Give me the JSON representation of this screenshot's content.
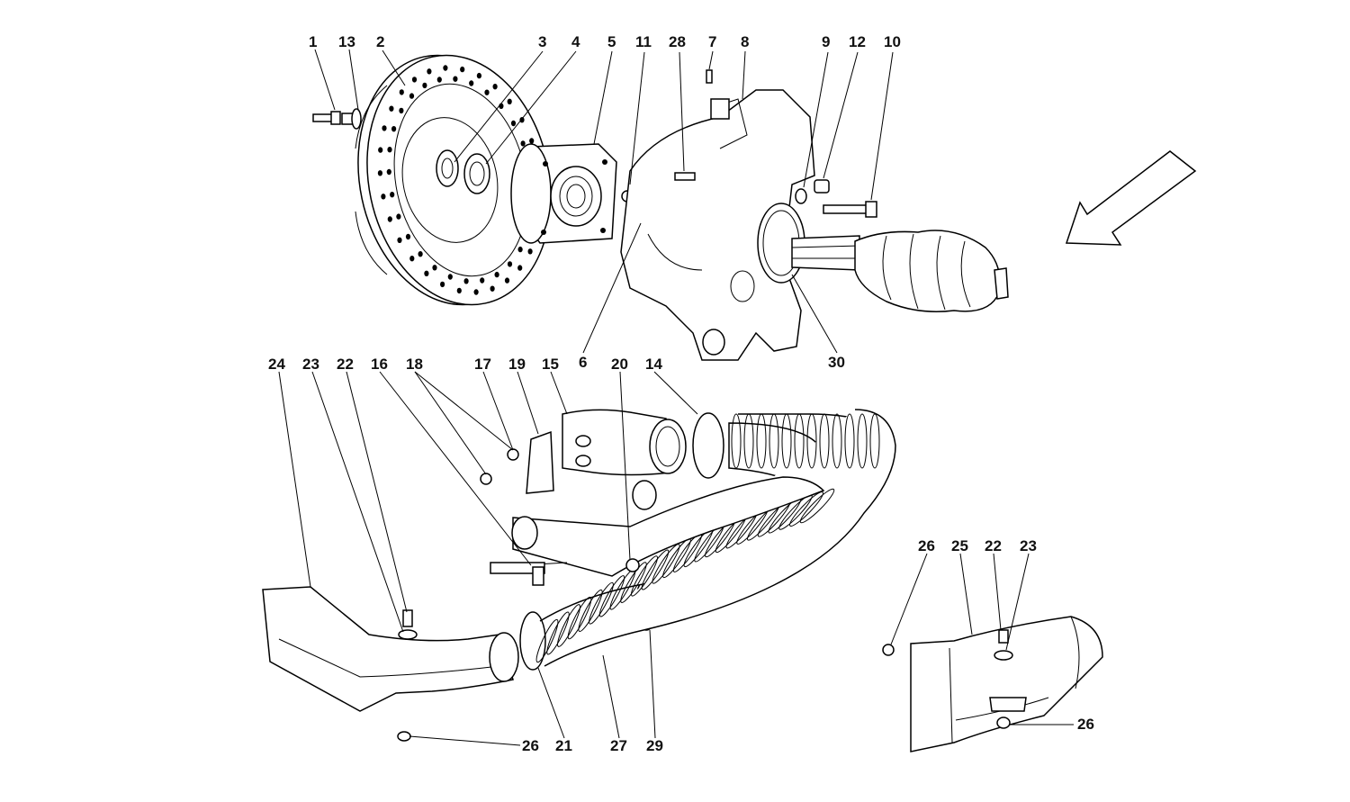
{
  "labels": {
    "l1": "1",
    "l13": "13",
    "l2": "2",
    "l3": "3",
    "l4": "4",
    "l5": "5",
    "l11": "11",
    "l28": "28",
    "l7": "7",
    "l8": "8",
    "l9": "9",
    "l12": "12",
    "l10": "10",
    "l6": "6",
    "l30": "30",
    "l24": "24",
    "l23": "23",
    "l22": "22",
    "l16": "16",
    "l18": "18",
    "l17": "17",
    "l19": "19",
    "l15": "15",
    "l20": "20",
    "l14": "14",
    "l26a": "26",
    "l21": "21",
    "l27": "27",
    "l29": "29",
    "l26b": "26",
    "l25": "25",
    "l22b": "22",
    "l23b": "23",
    "l26c": "26"
  },
  "icons": {
    "direction_arrow": "arrow-down-left-icon"
  }
}
